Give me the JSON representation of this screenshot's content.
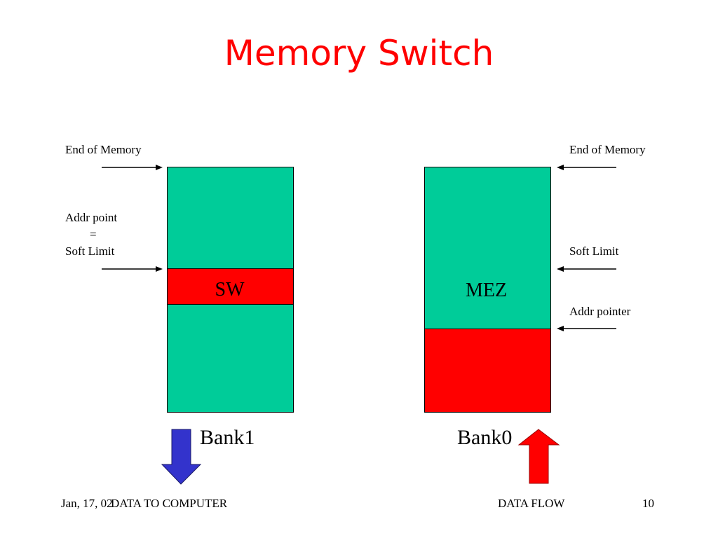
{
  "slide": {
    "title": "Memory Switch",
    "colors": {
      "title": "#ff0000",
      "memory_fill": "#00cc99",
      "active_segment": "#ff0000",
      "down_arrow": "#3333cc",
      "up_arrow": "#ff0000"
    }
  },
  "bank1": {
    "name": "Bank1",
    "segment_label": "SW",
    "labels": {
      "end_of_memory": "End of Memory",
      "addr_point": "Addr point",
      "equals": "=",
      "soft_limit": "Soft Limit"
    },
    "flow_arrow": "down-arrow-icon"
  },
  "bank0": {
    "name": "Bank0",
    "segment_label": "MEZ",
    "labels": {
      "end_of_memory": "End of Memory",
      "soft_limit": "Soft Limit",
      "addr_pointer": "Addr pointer"
    },
    "flow_arrow": "up-arrow-icon"
  },
  "footer": {
    "date": "Jan, 17, 02",
    "left_caption": "DATA TO COMPUTER",
    "center_caption": "DATA FLOW",
    "page_number": "10"
  }
}
